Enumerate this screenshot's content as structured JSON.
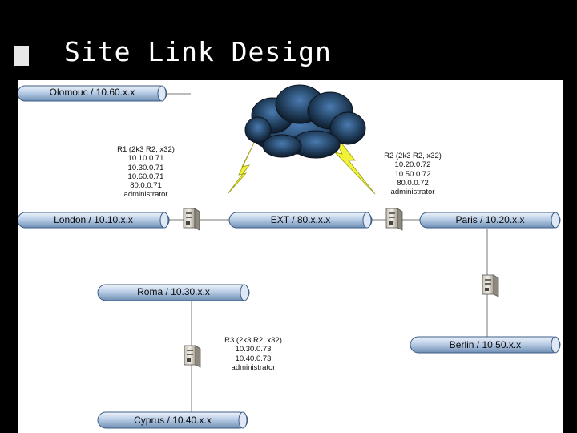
{
  "slide": {
    "title": "Site Link Design"
  },
  "diagram": {
    "segments": {
      "olomouc": "Olomouc / 10.60.x.x",
      "london": "London / 10.10.x.x",
      "ext": "EXT / 80.x.x.x",
      "paris": "Paris / 10.20.x.x",
      "roma": "Roma / 10.30.x.x",
      "berlin": "Berlin / 10.50.x.x",
      "cyprus": "Cyprus / 10.40.x.x"
    },
    "routers": {
      "r1": [
        "R1 (2k3 R2, x32)",
        "10.10.0.71",
        "10.30.0.71",
        "10.60.0.71",
        "80.0.0.71",
        "administrator"
      ],
      "r2": [
        "R2 (2k3 R2, x32)",
        "10.20.0.72",
        "10.50.0.72",
        "80.0.0.72",
        "administrator"
      ],
      "r3": [
        "R3 (2k3 R2, x32)",
        "10.30.0.73",
        "10.40.0.73",
        "administrator"
      ]
    },
    "colors": {
      "pipe_light": "#d6e4f4",
      "pipe_dark": "#6f8fb5",
      "cloud": "#1d3550",
      "lightning": "#f2f236"
    },
    "icons": [
      "server-icon",
      "cloud-icon",
      "lightning-icon"
    ]
  }
}
